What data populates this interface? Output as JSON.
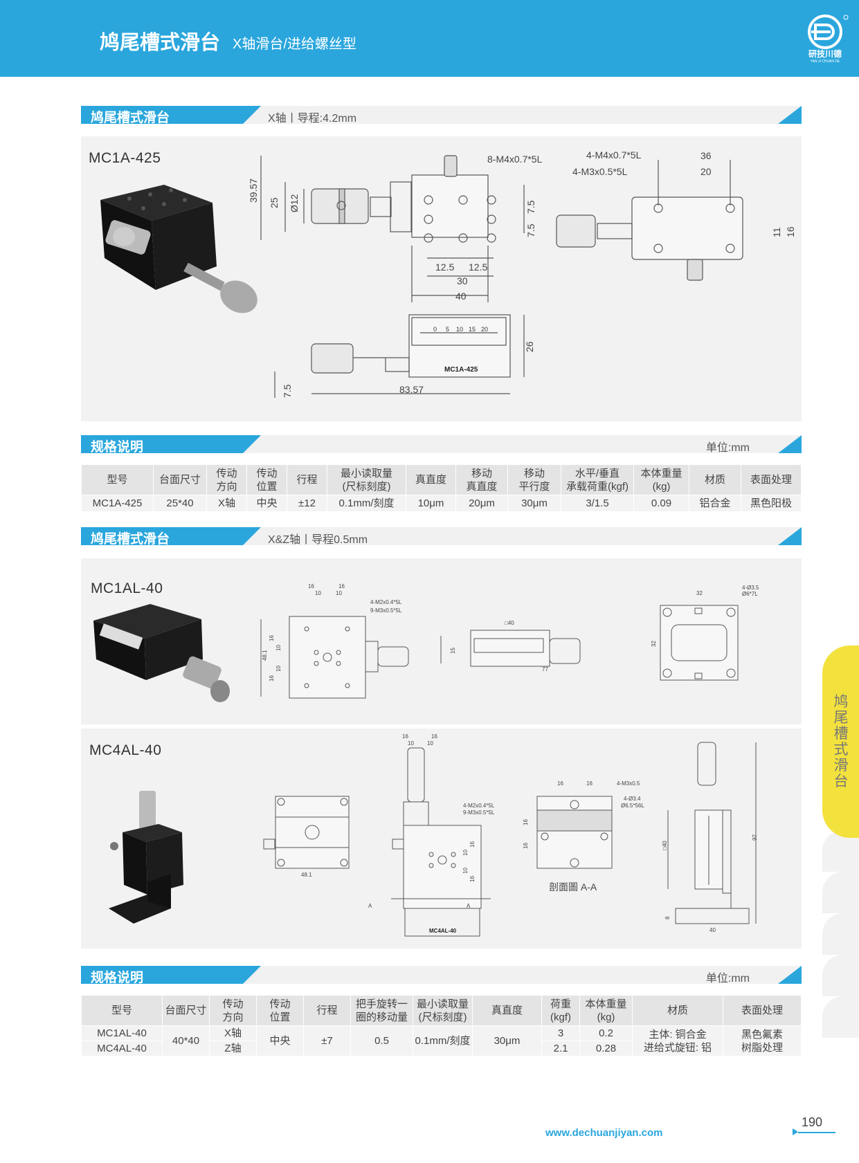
{
  "header": {
    "title": "鸠尾槽式滑台",
    "subtitle": "X轴滑台/进给螺丝型",
    "logo_text": "研技川德",
    "logo_sub": "YAN JI CHUAN DE"
  },
  "section1": {
    "title": "鸠尾槽式滑台",
    "subtitle": "X轴丨导程:4.2mm",
    "model": "MC1A-425",
    "dims": {
      "d1": "8-M4x0.7*5L",
      "d2": "4-M4x0.7*5L",
      "d3": "4-M3x0.5*5L",
      "d4": "36",
      "d5": "20",
      "d6": "39.57",
      "d7": "25",
      "d8": "Ø12",
      "d9": "7.5",
      "d10": "7.5",
      "d11": "12.5",
      "d12": "12.5",
      "d13": "30",
      "d14": "40",
      "d15": "11",
      "d16": "16",
      "d17": "26",
      "d18": "7.5",
      "d19": "83.57",
      "d20": "MC1A-425",
      "scale": [
        "0",
        "5",
        "10",
        "15",
        "20"
      ]
    }
  },
  "spec1": {
    "title": "规格说明",
    "unit": "单位:mm",
    "headers": [
      "型号",
      "台面尺寸",
      "传动\n方向",
      "传动\n位置",
      "行程",
      "最小读取量\n(尺标刻度)",
      "真直度",
      "移动\n真直度",
      "移动\n平行度",
      "水平/垂直\n承载荷重(kgf)",
      "本体重量\n(kg)",
      "材质",
      "表面处理"
    ],
    "row": [
      "MC1A-425",
      "25*40",
      "X轴",
      "中央",
      "±12",
      "0.1mm/刻度",
      "10μm",
      "20μm",
      "30μm",
      "3/1.5",
      "0.09",
      "铝合金",
      "黑色阳极"
    ]
  },
  "section2": {
    "title": "鸠尾槽式滑台",
    "subtitle": "X&Z轴丨导程0.5mm",
    "model_a": "MC1AL-40",
    "model_b": "MC4AL-40",
    "dims_a": {
      "a1": "16",
      "a2": "16",
      "a3": "10",
      "a4": "10",
      "a5": "4-M2x0.4*5L",
      "a6": "9-M3x0.5*5L",
      "a7": "48.1",
      "a8": "16",
      "a9": "10",
      "a10": "10",
      "a11": "16",
      "a12": "□40",
      "a13": "15",
      "a14": "77",
      "a15": "4-Ø3.5",
      "a16": "Ø6*7L",
      "a17": "32",
      "a18": "32"
    },
    "dims_b": {
      "b1": "16",
      "b2": "16",
      "b3": "10",
      "b4": "10",
      "b5": "4-M2x0.4*5L",
      "b6": "9-M3x0.5*5L",
      "b7": "16",
      "b8": "10",
      "b9": "10",
      "b10": "16",
      "b11": "48.1",
      "b12": "A",
      "b13": "A",
      "b14": "MC4AL-40",
      "b15": "16",
      "b16": "16",
      "b17": "4-M3x0.5",
      "b18": "4-Ø3.4",
      "b19": "Ø6.5*56L",
      "b20": "16",
      "b21": "16",
      "b22": "剖面圖 A-A",
      "b23": "97",
      "b24": "□40",
      "b25": "8",
      "b26": "40"
    }
  },
  "spec2": {
    "title": "规格说明",
    "unit": "单位:mm",
    "headers": [
      "型号",
      "台面尺寸",
      "传动\n方向",
      "传动\n位置",
      "行程",
      "把手旋转一\n圈的移动量",
      "最小读取量\n(尺标刻度)",
      "真直度",
      "荷重\n(kgf)",
      "本体重量\n(kg)",
      "材质",
      "表面处理"
    ],
    "rows": [
      {
        "model": "MC1AL-40",
        "dir": "X轴",
        "load": "3",
        "weight": "0.2"
      },
      {
        "model": "MC4AL-40",
        "dir": "Z轴",
        "load": "2.1",
        "weight": "0.28"
      }
    ],
    "shared": {
      "size": "40*40",
      "pos": "中央",
      "stroke": "±7",
      "per_turn": "0.5",
      "reading": "0.1mm/刻度",
      "straightness": "30μm",
      "material": "主体: 铜合金\n进给式旋钮: 铝",
      "surface": "黑色氟素\n树脂处理"
    }
  },
  "side_tab": "鸠尾槽式滑台",
  "footer": {
    "website": "www.dechuanjiyan.com",
    "page": "190"
  },
  "colors": {
    "accent": "#2aa6dd",
    "side_tab": "#f3e13d",
    "panel": "#f2f2f2"
  }
}
